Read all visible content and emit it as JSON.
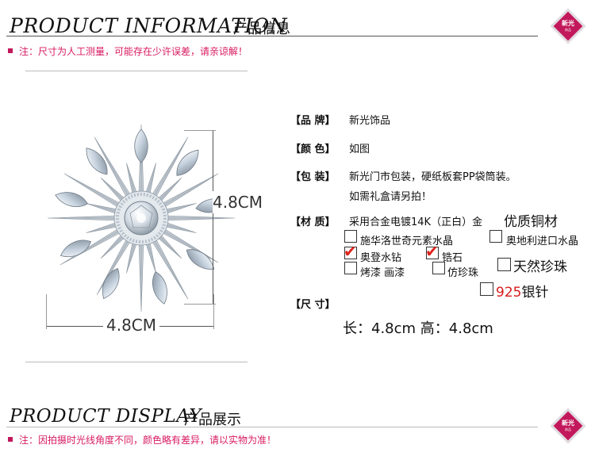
{
  "header_info": {
    "title": "PRODUCT INFORMATION",
    "subtitle": "产品信息",
    "note": "注：尺寸为人工测量，可能存在少许误差，请亲谅解！"
  },
  "header_display": {
    "title": "PRODUCT DISPLAY",
    "subtitle": "产品展示",
    "note": "注：因拍摄时光线角度不同，颜色略有差异，请以实物为准！"
  },
  "logo": {
    "text": "新光",
    "subtext": "饰品"
  },
  "dimensions": {
    "height_label": "4.8CM",
    "width_label": "4.8CM"
  },
  "specs": {
    "brand_label": "【品 牌】",
    "brand_value": "新光饰品",
    "color_label": "【颜 色】",
    "color_value": "如图",
    "package_label": "【包 装】",
    "package_value_1": "新光门市包装，硬纸板套PP袋筒装。",
    "package_value_2": "如需礼盒请另拍！",
    "material_label": "【材 质】",
    "material_value": "采用合金电镀14K（正白）金",
    "material_extra": "优质铜材",
    "size_label": "【尺 寸】",
    "size_value": "长：4.8cm  高：4.8cm"
  },
  "materials": [
    {
      "label": "施华洛世奇元素水晶",
      "checked": false
    },
    {
      "label": "奥地利进口水晶",
      "checked": false
    },
    {
      "label": "奥登水钻",
      "checked": true
    },
    {
      "label": "锆石",
      "checked": true
    },
    {
      "label": "天然珍珠",
      "checked": false
    },
    {
      "label": "烤漆  画漆",
      "checked": false
    },
    {
      "label": "仿珍珠",
      "checked": false
    },
    {
      "label_num": "925",
      "label": "银针",
      "checked": false
    }
  ],
  "colors": {
    "accent": "#c2185b",
    "note_text": "#d81b60",
    "check": "#e0211b"
  }
}
